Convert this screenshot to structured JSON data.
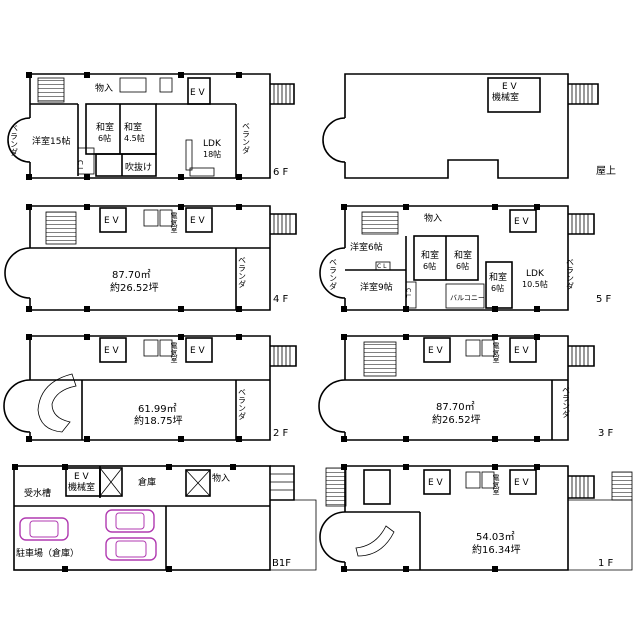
{
  "floors": {
    "f6": {
      "label": "6 F",
      "western": "洋室15帖",
      "washitsu1": "和室",
      "washitsu1_size": "6帖",
      "washitsu2": "和室",
      "washitsu2_size": "4.5帖",
      "ldk": "LDK",
      "ldk_size": "18帖",
      "fukinuke": "吹抜け",
      "mono": "物入",
      "ev": "E V",
      "veranda_l": "ベランダ",
      "veranda_r": "ベランダ",
      "cl": "C L"
    },
    "roof": {
      "label": "屋上",
      "ev": "E V",
      "kikai": "機械室"
    },
    "f4": {
      "label": "4 F",
      "area": "87.70㎡",
      "tsubo": "約26.52坪",
      "ev1": "E V",
      "ev2": "E V",
      "denki": "電気室",
      "veranda": "ベランダ"
    },
    "f5": {
      "label": "5 F",
      "western1": "洋室6帖",
      "western2": "洋室9帖",
      "washitsu1": "和室",
      "washitsu1_size": "6帖",
      "washitsu2": "和室",
      "washitsu2_size": "6帖",
      "washitsu3": "和室",
      "washitsu3_size": "6帖",
      "ldk": "LDK",
      "ldk_size": "10.5帖",
      "balcony": "バルコニー",
      "mono": "物入",
      "ev": "E V",
      "veranda_l": "ベランダ",
      "veranda_r": "ベランダ",
      "cl1": "C L",
      "cl2": "C L"
    },
    "f2": {
      "label": "2 F",
      "area": "61.99㎡",
      "tsubo": "約18.75坪",
      "ev1": "E V",
      "ev2": "E V",
      "denki": "電気室",
      "veranda": "ベランダ"
    },
    "f3": {
      "label": "3 F",
      "area": "87.70㎡",
      "tsubo": "約26.52坪",
      "ev1": "E V",
      "ev2": "E V",
      "denki": "電気室",
      "veranda": "ベランダ"
    },
    "b1": {
      "label": "B1F",
      "jusui": "受水槽",
      "ev": "E V",
      "kikai": "機械室",
      "souko": "倉庫",
      "mono": "物入",
      "parking": "駐車場（倉庫）"
    },
    "f1": {
      "label": "1 F",
      "area": "54.03㎡",
      "tsubo": "約16.34坪",
      "ev1": "E V",
      "ev2": "E V",
      "denki": "電気室"
    }
  },
  "colors": {
    "wall": "#000000",
    "car": "#b03ab0",
    "background": "#ffffff"
  }
}
